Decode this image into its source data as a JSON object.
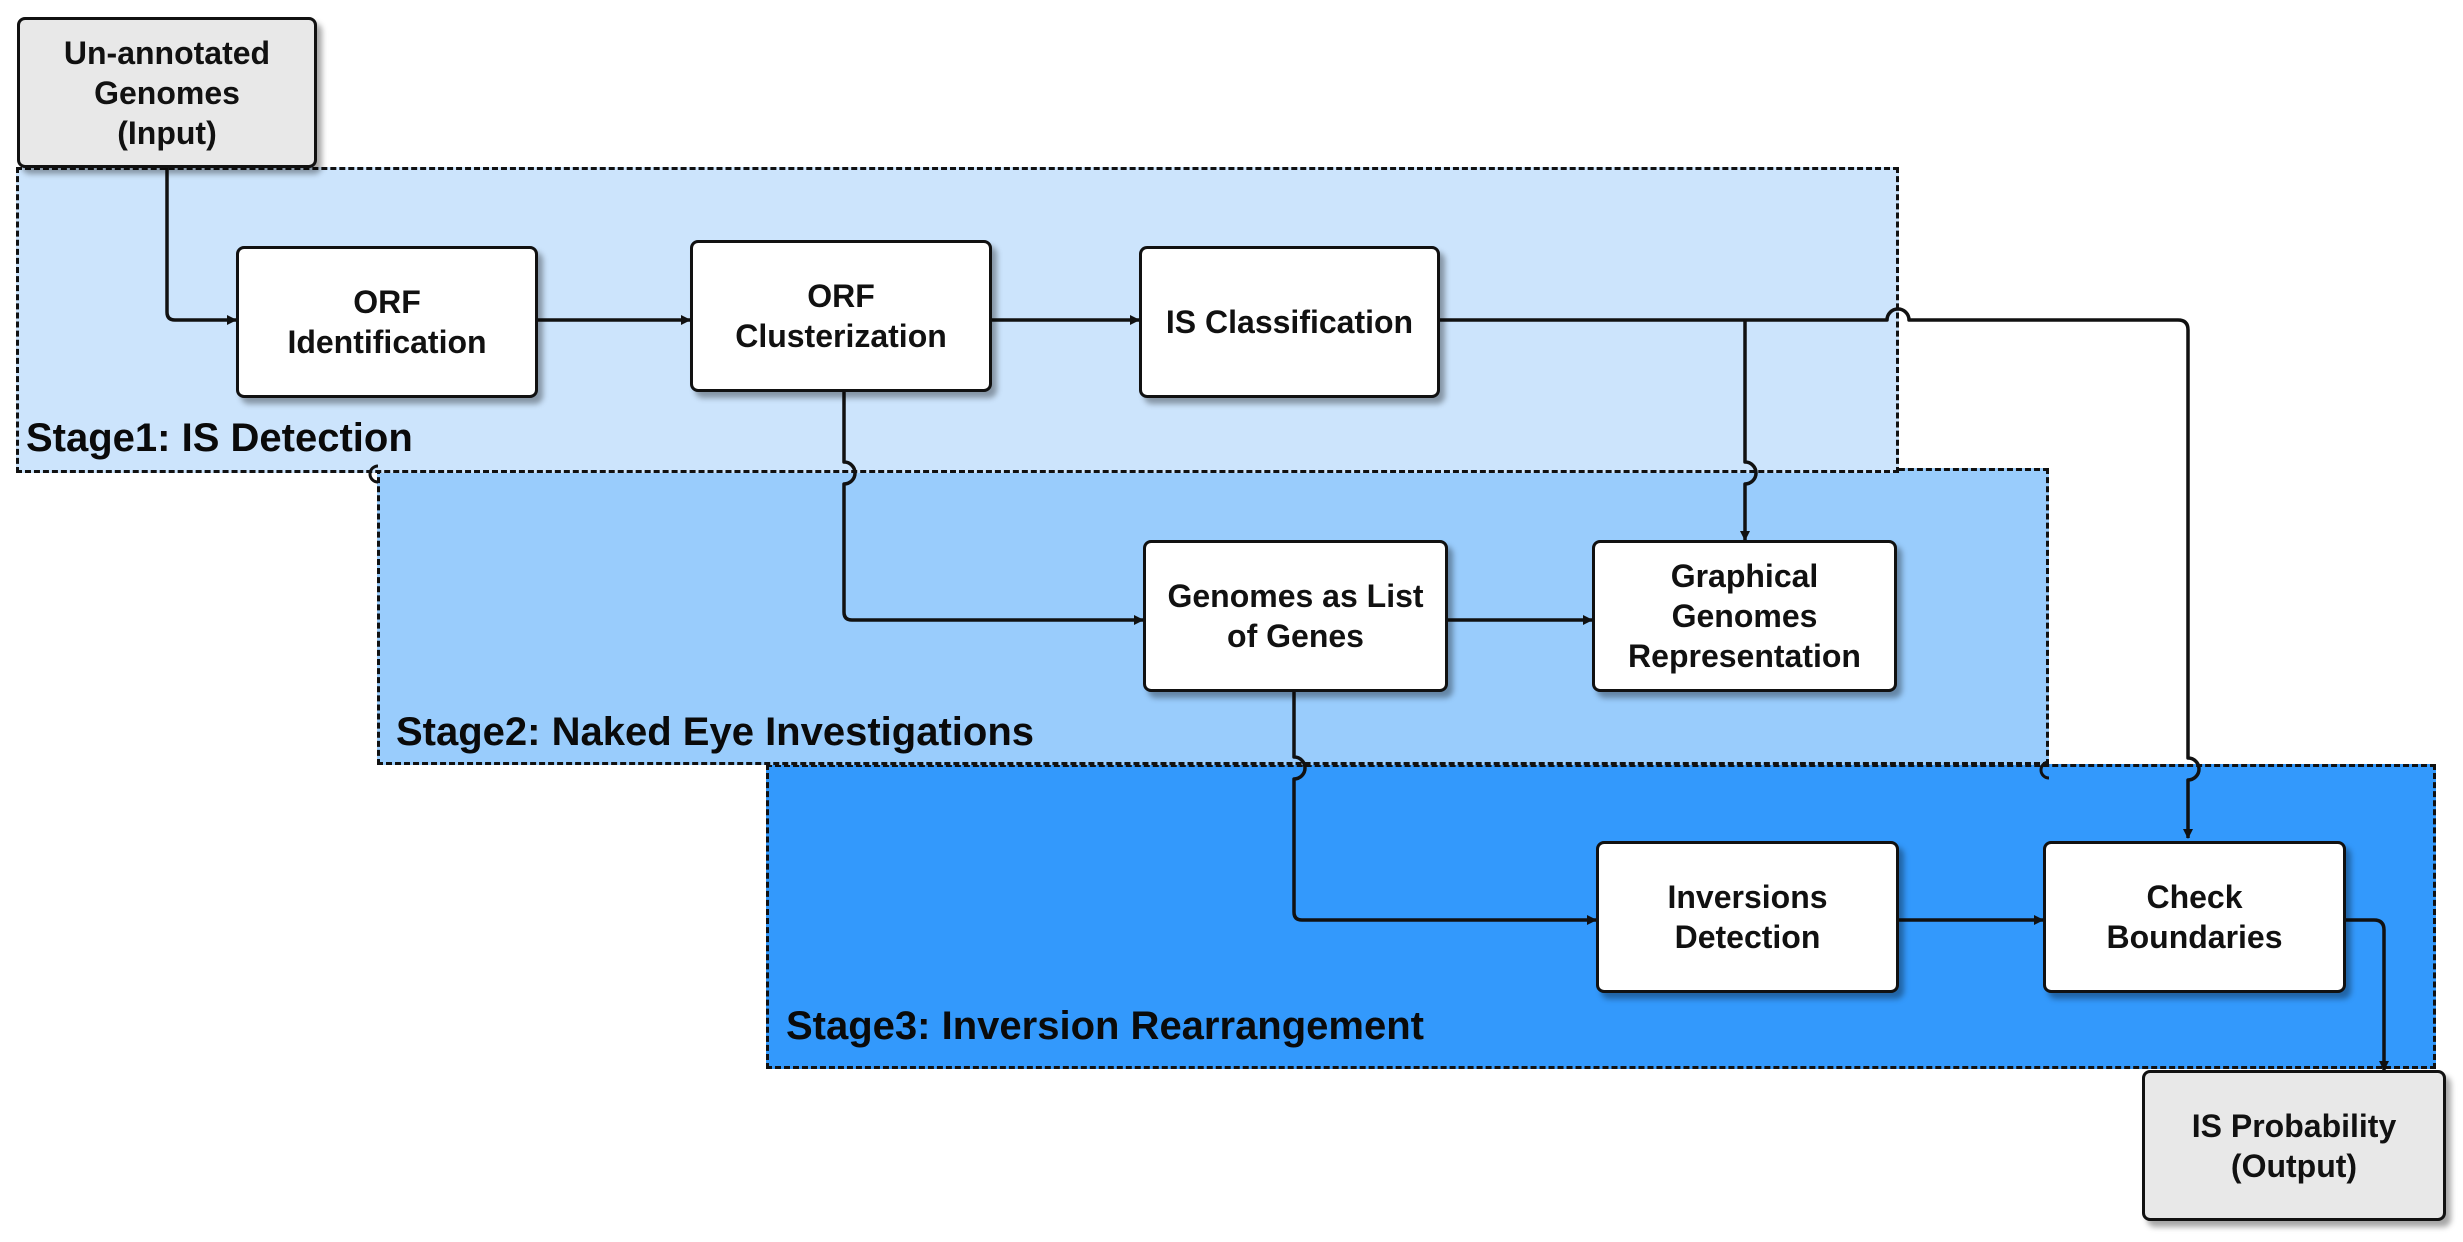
{
  "colors": {
    "stage1_fill": "#cce4fc",
    "stage2_fill": "#99ccfc",
    "stage3_fill": "#3399fc",
    "io_fill": "#e8e8e8",
    "process_fill": "#ffffff",
    "line": "#111111"
  },
  "stages": {
    "stage1": "Stage1: IS Detection",
    "stage2": "Stage2: Naked Eye Investigations",
    "stage3": "Stage3: Inversion Rearrangement"
  },
  "nodes": {
    "input": "Un-annotated\nGenomes\n(Input)",
    "orf_identification": "ORF\nIdentification",
    "orf_clusterization": "ORF\nClusterization",
    "is_classification": "IS Classification",
    "genomes_list": "Genomes as List\nof Genes",
    "graphical_representation": "Graphical\nGenomes\nRepresentation",
    "inversions_detection": "Inversions\nDetection",
    "check_boundaries": "Check\nBoundaries",
    "output": "IS Probability\n(Output)"
  }
}
